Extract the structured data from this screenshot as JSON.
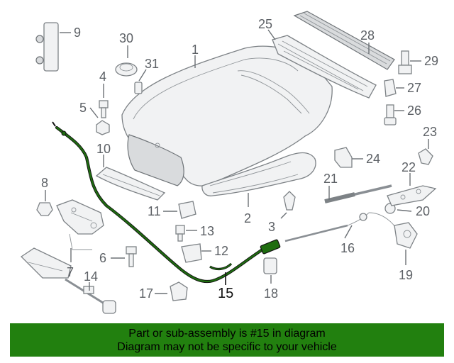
{
  "diagram": {
    "highlight_color": "#1f6d10",
    "callouts": [
      {
        "id": "c1",
        "label": "1"
      },
      {
        "id": "c2",
        "label": "2"
      },
      {
        "id": "c3",
        "label": "3"
      },
      {
        "id": "c4",
        "label": "4"
      },
      {
        "id": "c5",
        "label": "5"
      },
      {
        "id": "c6",
        "label": "6"
      },
      {
        "id": "c7",
        "label": "7"
      },
      {
        "id": "c8",
        "label": "8"
      },
      {
        "id": "c9",
        "label": "9"
      },
      {
        "id": "c10",
        "label": "10"
      },
      {
        "id": "c11",
        "label": "11"
      },
      {
        "id": "c12",
        "label": "12"
      },
      {
        "id": "c13",
        "label": "13"
      },
      {
        "id": "c14",
        "label": "14"
      },
      {
        "id": "c15",
        "label": "15",
        "highlighted": true
      },
      {
        "id": "c16",
        "label": "16"
      },
      {
        "id": "c17",
        "label": "17"
      },
      {
        "id": "c18",
        "label": "18"
      },
      {
        "id": "c19",
        "label": "19"
      },
      {
        "id": "c20",
        "label": "20"
      },
      {
        "id": "c21",
        "label": "21"
      },
      {
        "id": "c22",
        "label": "22"
      },
      {
        "id": "c23",
        "label": "23"
      },
      {
        "id": "c24",
        "label": "24"
      },
      {
        "id": "c25",
        "label": "25"
      },
      {
        "id": "c26",
        "label": "26"
      },
      {
        "id": "c27",
        "label": "27"
      },
      {
        "id": "c28",
        "label": "28"
      },
      {
        "id": "c29",
        "label": "29"
      },
      {
        "id": "c30",
        "label": "30"
      },
      {
        "id": "c31",
        "label": "31"
      }
    ]
  },
  "banner": {
    "background": "#22800f",
    "line1": "Part or sub-assembly is #15 in diagram",
    "line2": "Diagram may not be specific to your vehicle"
  }
}
